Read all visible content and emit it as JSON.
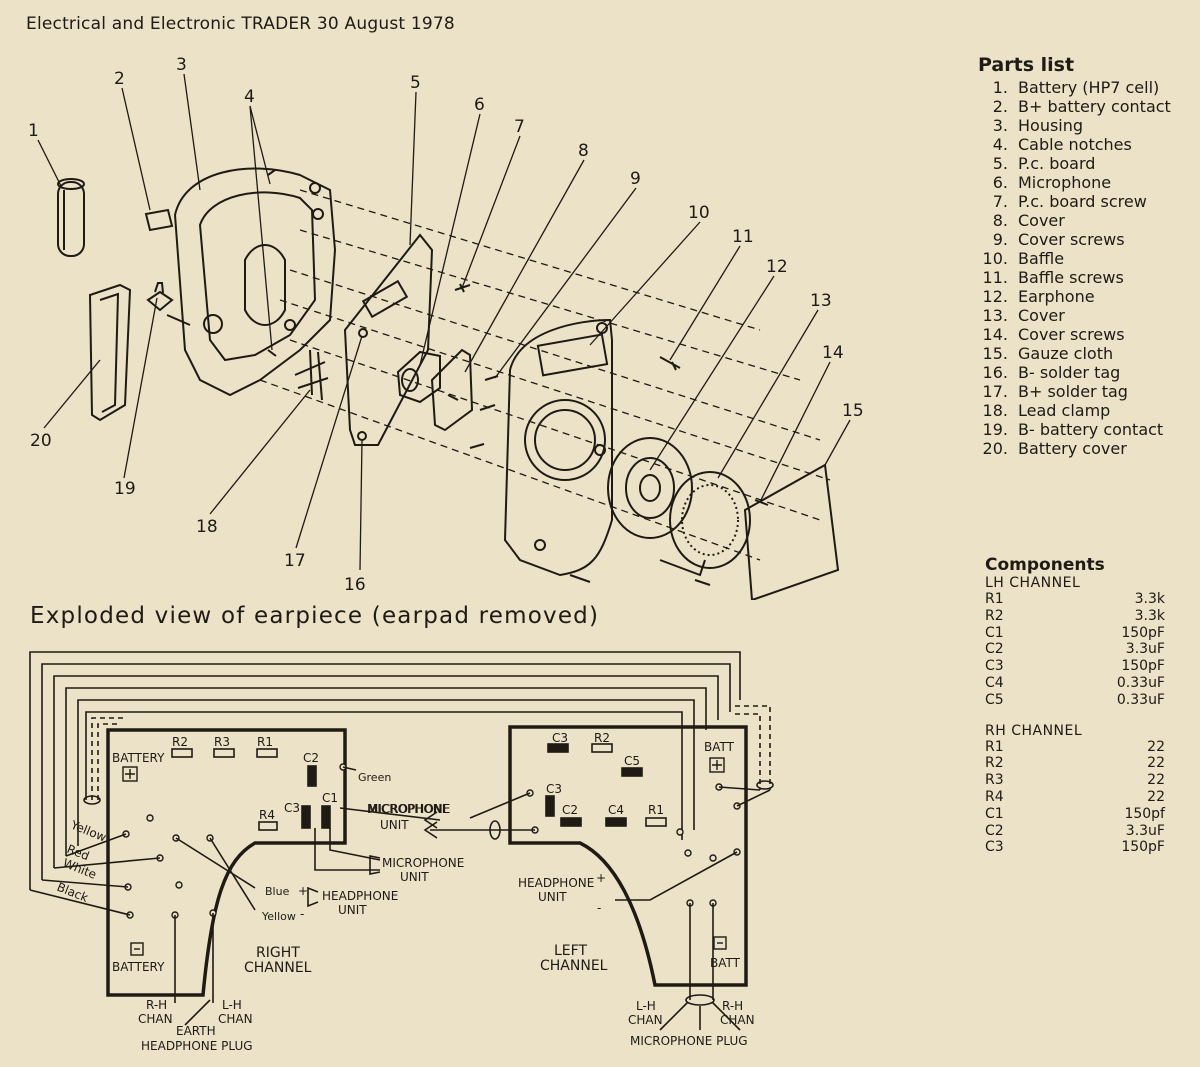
{
  "header": "Electrical and Electronic TRADER 30 August 1978",
  "caption": "Exploded view of earpiece (earpad removed)",
  "parts_list": {
    "title": "Parts list",
    "items": [
      {
        "n": "1.",
        "label": "Battery (HP7 cell)"
      },
      {
        "n": "2.",
        "label": "B+ battery contact"
      },
      {
        "n": "3.",
        "label": "Housing"
      },
      {
        "n": "4.",
        "label": "Cable notches"
      },
      {
        "n": "5.",
        "label": "P.c. board"
      },
      {
        "n": "6.",
        "label": "Microphone"
      },
      {
        "n": "7.",
        "label": "P.c. board screw"
      },
      {
        "n": "8.",
        "label": "Cover"
      },
      {
        "n": "9.",
        "label": "Cover screws"
      },
      {
        "n": "10.",
        "label": "Baffle"
      },
      {
        "n": "11.",
        "label": "Baffle screws"
      },
      {
        "n": "12.",
        "label": "Earphone"
      },
      {
        "n": "13.",
        "label": "Cover"
      },
      {
        "n": "14.",
        "label": "Cover screws"
      },
      {
        "n": "15.",
        "label": "Gauze cloth"
      },
      {
        "n": "16.",
        "label": "B- solder tag"
      },
      {
        "n": "17.",
        "label": "B+ solder tag"
      },
      {
        "n": "18.",
        "label": "Lead clamp"
      },
      {
        "n": "19.",
        "label": "B- battery contact"
      },
      {
        "n": "20.",
        "label": "Battery cover"
      }
    ]
  },
  "components": {
    "title": "Components",
    "lh": {
      "heading": "LH CHANNEL",
      "rows": [
        {
          "ref": "R1",
          "value": "3.3k"
        },
        {
          "ref": "R2",
          "value": "3.3k"
        },
        {
          "ref": "C1",
          "value": "150pF"
        },
        {
          "ref": "C2",
          "value": "3.3uF"
        },
        {
          "ref": "C3",
          "value": "150pF"
        },
        {
          "ref": "C4",
          "value": "0.33uF"
        },
        {
          "ref": "C5",
          "value": "0.33uF"
        }
      ]
    },
    "rh": {
      "heading": "RH CHANNEL",
      "rows": [
        {
          "ref": "R1",
          "value": "22"
        },
        {
          "ref": "R2",
          "value": "22"
        },
        {
          "ref": "R3",
          "value": "22"
        },
        {
          "ref": "R4",
          "value": "22"
        },
        {
          "ref": "C1",
          "value": "150pf"
        },
        {
          "ref": "C2",
          "value": "3.3uF"
        },
        {
          "ref": "C3",
          "value": "150pF"
        }
      ]
    }
  },
  "callouts": [
    "1",
    "2",
    "3",
    "4",
    "5",
    "6",
    "7",
    "8",
    "9",
    "10",
    "11",
    "12",
    "13",
    "14",
    "15",
    "16",
    "17",
    "18",
    "19",
    "20"
  ],
  "wiring": {
    "right_board": {
      "battery_plus": "BATTERY",
      "battery_minus": "BATTERY",
      "r2": "R2",
      "r3": "R3",
      "r1": "R1",
      "c2": "C2",
      "r4": "R4",
      "c3": "C3",
      "c1": "C1",
      "green": "Green",
      "mic_unit_1": "MICROPHONE",
      "mic_unit_2": "UNIT",
      "hp_unit_1": "HEADPHONE",
      "hp_unit_2": "UNIT",
      "blue": "Blue",
      "yellow_lead": "Yellow",
      "plus": "+",
      "minus": "-",
      "channel_1": "RIGHT",
      "channel_2": "CHANNEL"
    },
    "left_board": {
      "c3a": "C3",
      "r2": "R2",
      "c5": "C5",
      "c3b": "C3",
      "c2": "C2",
      "c4": "C4",
      "r1": "R1",
      "batt_plus": "BATT",
      "batt_minus": "BATT",
      "mic_unit_1": "MICROPHONE",
      "mic_unit_2": "UNIT",
      "hp_unit_1": "HEADPHONE",
      "hp_unit_2": "UNIT",
      "plus": "+",
      "minus": "-",
      "channel_1": "LEFT",
      "channel_2": "CHANNEL"
    },
    "leads": [
      "Yellow",
      "Red",
      "White",
      "Black"
    ],
    "plug_labels": {
      "rh_chan_1": "R-H",
      "rh_chan_2": "CHAN",
      "earth": "EARTH",
      "lh_chan_1": "L-H",
      "lh_chan_2": "CHAN",
      "headphone_plug": "HEADPHONE PLUG",
      "mic_lh_1": "L-H",
      "mic_lh_2": "CHAN",
      "mic_rh_1": "R-H",
      "mic_rh_2": "CHAN",
      "microphone_plug": "MICROPHONE PLUG"
    }
  }
}
